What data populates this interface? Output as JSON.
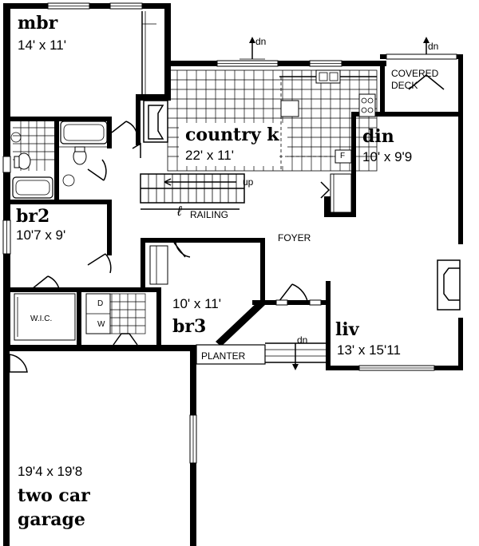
{
  "rooms": {
    "mbr": {
      "name": "mbr",
      "size": "14' x 11'"
    },
    "kitchen": {
      "name": "country k",
      "size": "22' x 11'"
    },
    "din": {
      "name": "din",
      "size": "10' x 9'9"
    },
    "br2": {
      "name": "br2",
      "size": "10'7 x 9'"
    },
    "br3": {
      "name": "br3",
      "size": "10' x 11'"
    },
    "liv": {
      "name": "liv",
      "size": "13' x 15'11"
    },
    "garage": {
      "name_line1": "two car",
      "name_line2": "garage",
      "size": "19'4 x 19'8"
    }
  },
  "labels": {
    "covered_deck_1": "COVERED",
    "covered_deck_2": "DECK",
    "foyer": "FOYER",
    "railing_symbol": "ℓ",
    "railing": "RAILING",
    "up": "up",
    "wic": "W.I.C.",
    "planter": "PLANTER",
    "dn_kitchen": "dn",
    "dn_deck": "dn",
    "dn_entry": "dn",
    "washer": "W",
    "dryer": "D",
    "fridge": "F"
  }
}
